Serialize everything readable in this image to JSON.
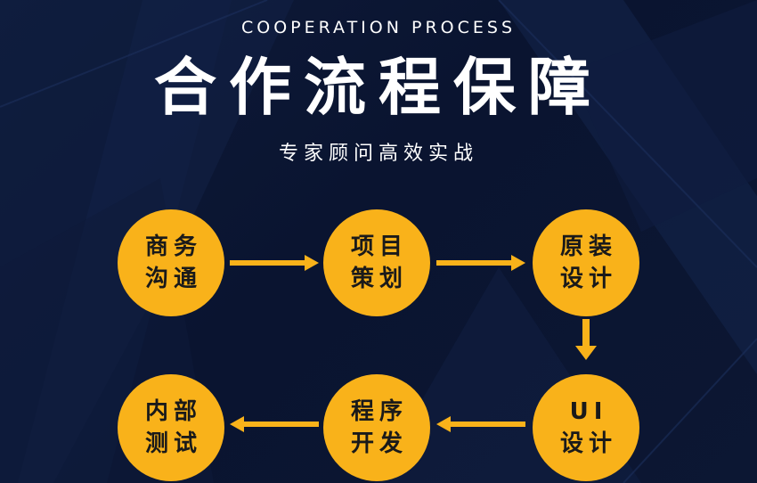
{
  "header": {
    "subtitle_en": "COOPERATION PROCESS",
    "title": "合作流程保障",
    "tagline": "专家顾问高效实战"
  },
  "steps": [
    {
      "label": "商务\n沟通"
    },
    {
      "label": "项目\n策划"
    },
    {
      "label": "原装\n设计"
    },
    {
      "label": "UI\n设计"
    },
    {
      "label": "程序\n开发"
    },
    {
      "label": "内部\n测试"
    }
  ],
  "colors": {
    "background": "#0b1530",
    "accent": "#f9b21a",
    "text": "#ffffff",
    "step_text": "#1a1a1a"
  }
}
